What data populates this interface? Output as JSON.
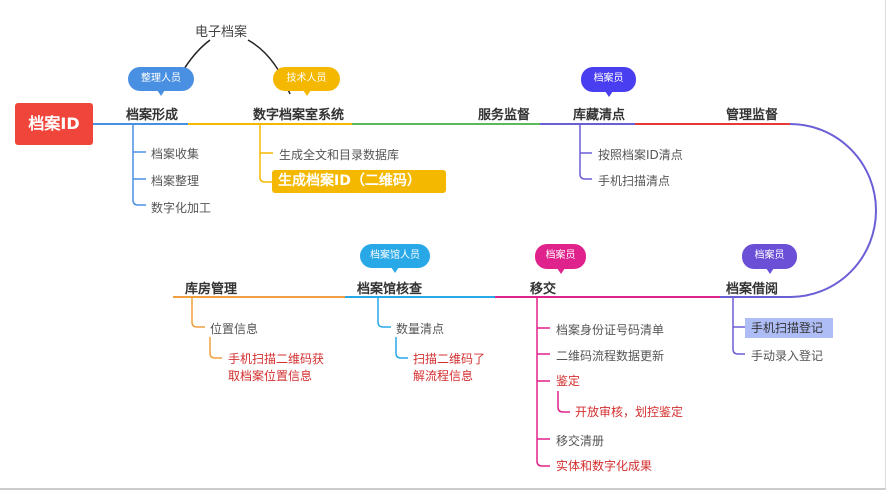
{
  "root": "档案ID",
  "top_note": "电子档案",
  "colors": {
    "blue": "#4a90e2",
    "yellow": "#f5b800",
    "green": "#5cb85c",
    "purple": "#6b5fd6",
    "red": "#e53935",
    "orange": "#f0a040",
    "cyan": "#29a8e8",
    "pink": "#e0238c"
  },
  "stages": [
    {
      "label": "档案形成",
      "bubble": "整理人员",
      "children": [
        "档案收集",
        "档案整理",
        "数字化加工"
      ]
    },
    {
      "label": "数字档案室系统",
      "bubble": "技术人员",
      "children": [
        "生成全文和目录数据库",
        "生成档案ID（二维码）"
      ]
    },
    {
      "label": "服务监督"
    },
    {
      "label": "库藏清点",
      "bubble": "档案员",
      "children": [
        "按照档案ID清点",
        "手机扫描清点"
      ]
    },
    {
      "label": "管理监督"
    },
    {
      "label": "档案借阅",
      "bubble": "档案员",
      "children": [
        "手机扫描登记",
        "手动录入登记"
      ]
    },
    {
      "label": "移交",
      "bubble": "档案员",
      "children": [
        "档案身份证号码清单",
        "二维码流程数据更新",
        "鉴定",
        "开放审核，划控鉴定",
        "移交清册",
        "实体和数字化成果"
      ]
    },
    {
      "label": "档案馆核查",
      "bubble": "档案馆人员",
      "children": [
        "数量清点",
        "扫描二维码了",
        "解流程信息"
      ]
    },
    {
      "label": "库房管理",
      "children": [
        "位置信息",
        "手机扫描二维码获",
        "取档案位置信息"
      ]
    }
  ]
}
